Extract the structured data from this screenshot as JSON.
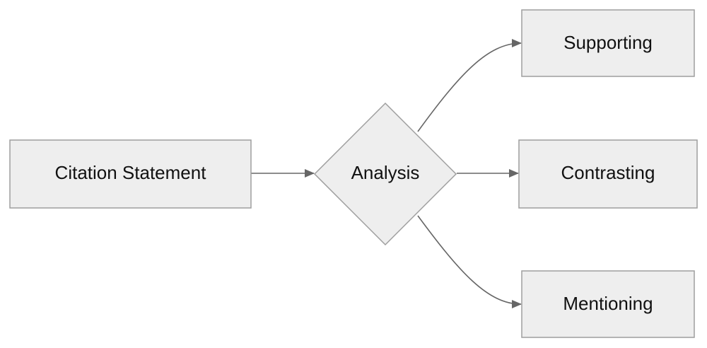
{
  "diagram": {
    "type": "flowchart",
    "nodes": {
      "citation_statement": {
        "label": "Citation Statement",
        "shape": "rectangle"
      },
      "analysis": {
        "label": "Analysis",
        "shape": "diamond"
      },
      "supporting": {
        "label": "Supporting",
        "shape": "rectangle"
      },
      "contrasting": {
        "label": "Contrasting",
        "shape": "rectangle"
      },
      "mentioning": {
        "label": "Mentioning",
        "shape": "rectangle"
      }
    },
    "edges": [
      {
        "from": "citation_statement",
        "to": "analysis"
      },
      {
        "from": "analysis",
        "to": "supporting"
      },
      {
        "from": "analysis",
        "to": "contrasting"
      },
      {
        "from": "analysis",
        "to": "mentioning"
      }
    ],
    "colors": {
      "node_fill": "#eeeeee",
      "node_border": "#9e9e9e",
      "edge": "#666666",
      "text": "#111111"
    }
  }
}
